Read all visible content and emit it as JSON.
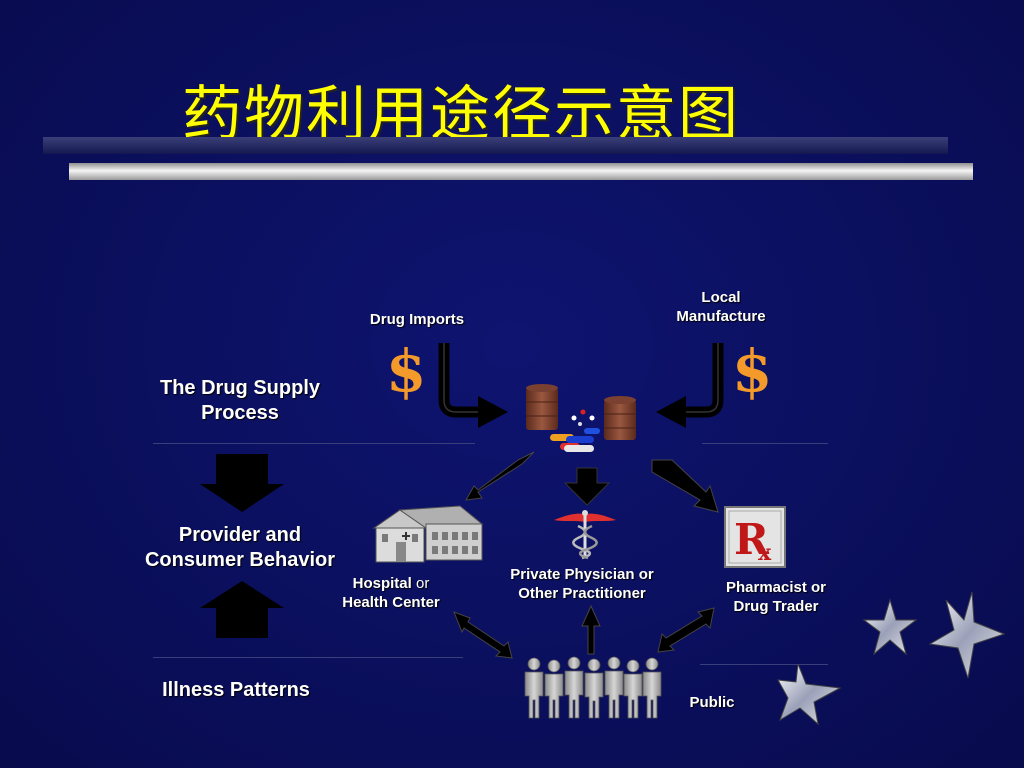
{
  "title": "药物利用途径示意图",
  "left_column": {
    "supply": "The Drug Supply\nProcess",
    "behavior": "Provider and\nConsumer Behavior",
    "illness": "Illness Patterns"
  },
  "nodes": {
    "drug_imports": "Drug Imports",
    "local_manufacture": "Local\nManufacture",
    "hospital_bold": "Hospital",
    "hospital_or": " or",
    "health_center": "Health Center",
    "physician": "Private Physician or\nOther Practitioner",
    "pharmacist": "Pharmacist or\nDrug Trader",
    "public": "Public"
  },
  "symbols": {
    "dollar": "$",
    "rx": "Rx",
    "icons": [
      "dollar-sign",
      "pill-barrels",
      "hospital-building",
      "caduceus",
      "rx-symbol",
      "people-group",
      "star"
    ]
  },
  "colors": {
    "background": "#0b0f5e",
    "title": "#ffff00",
    "dollar": "#f39a2a",
    "text": "#ffffff"
  }
}
